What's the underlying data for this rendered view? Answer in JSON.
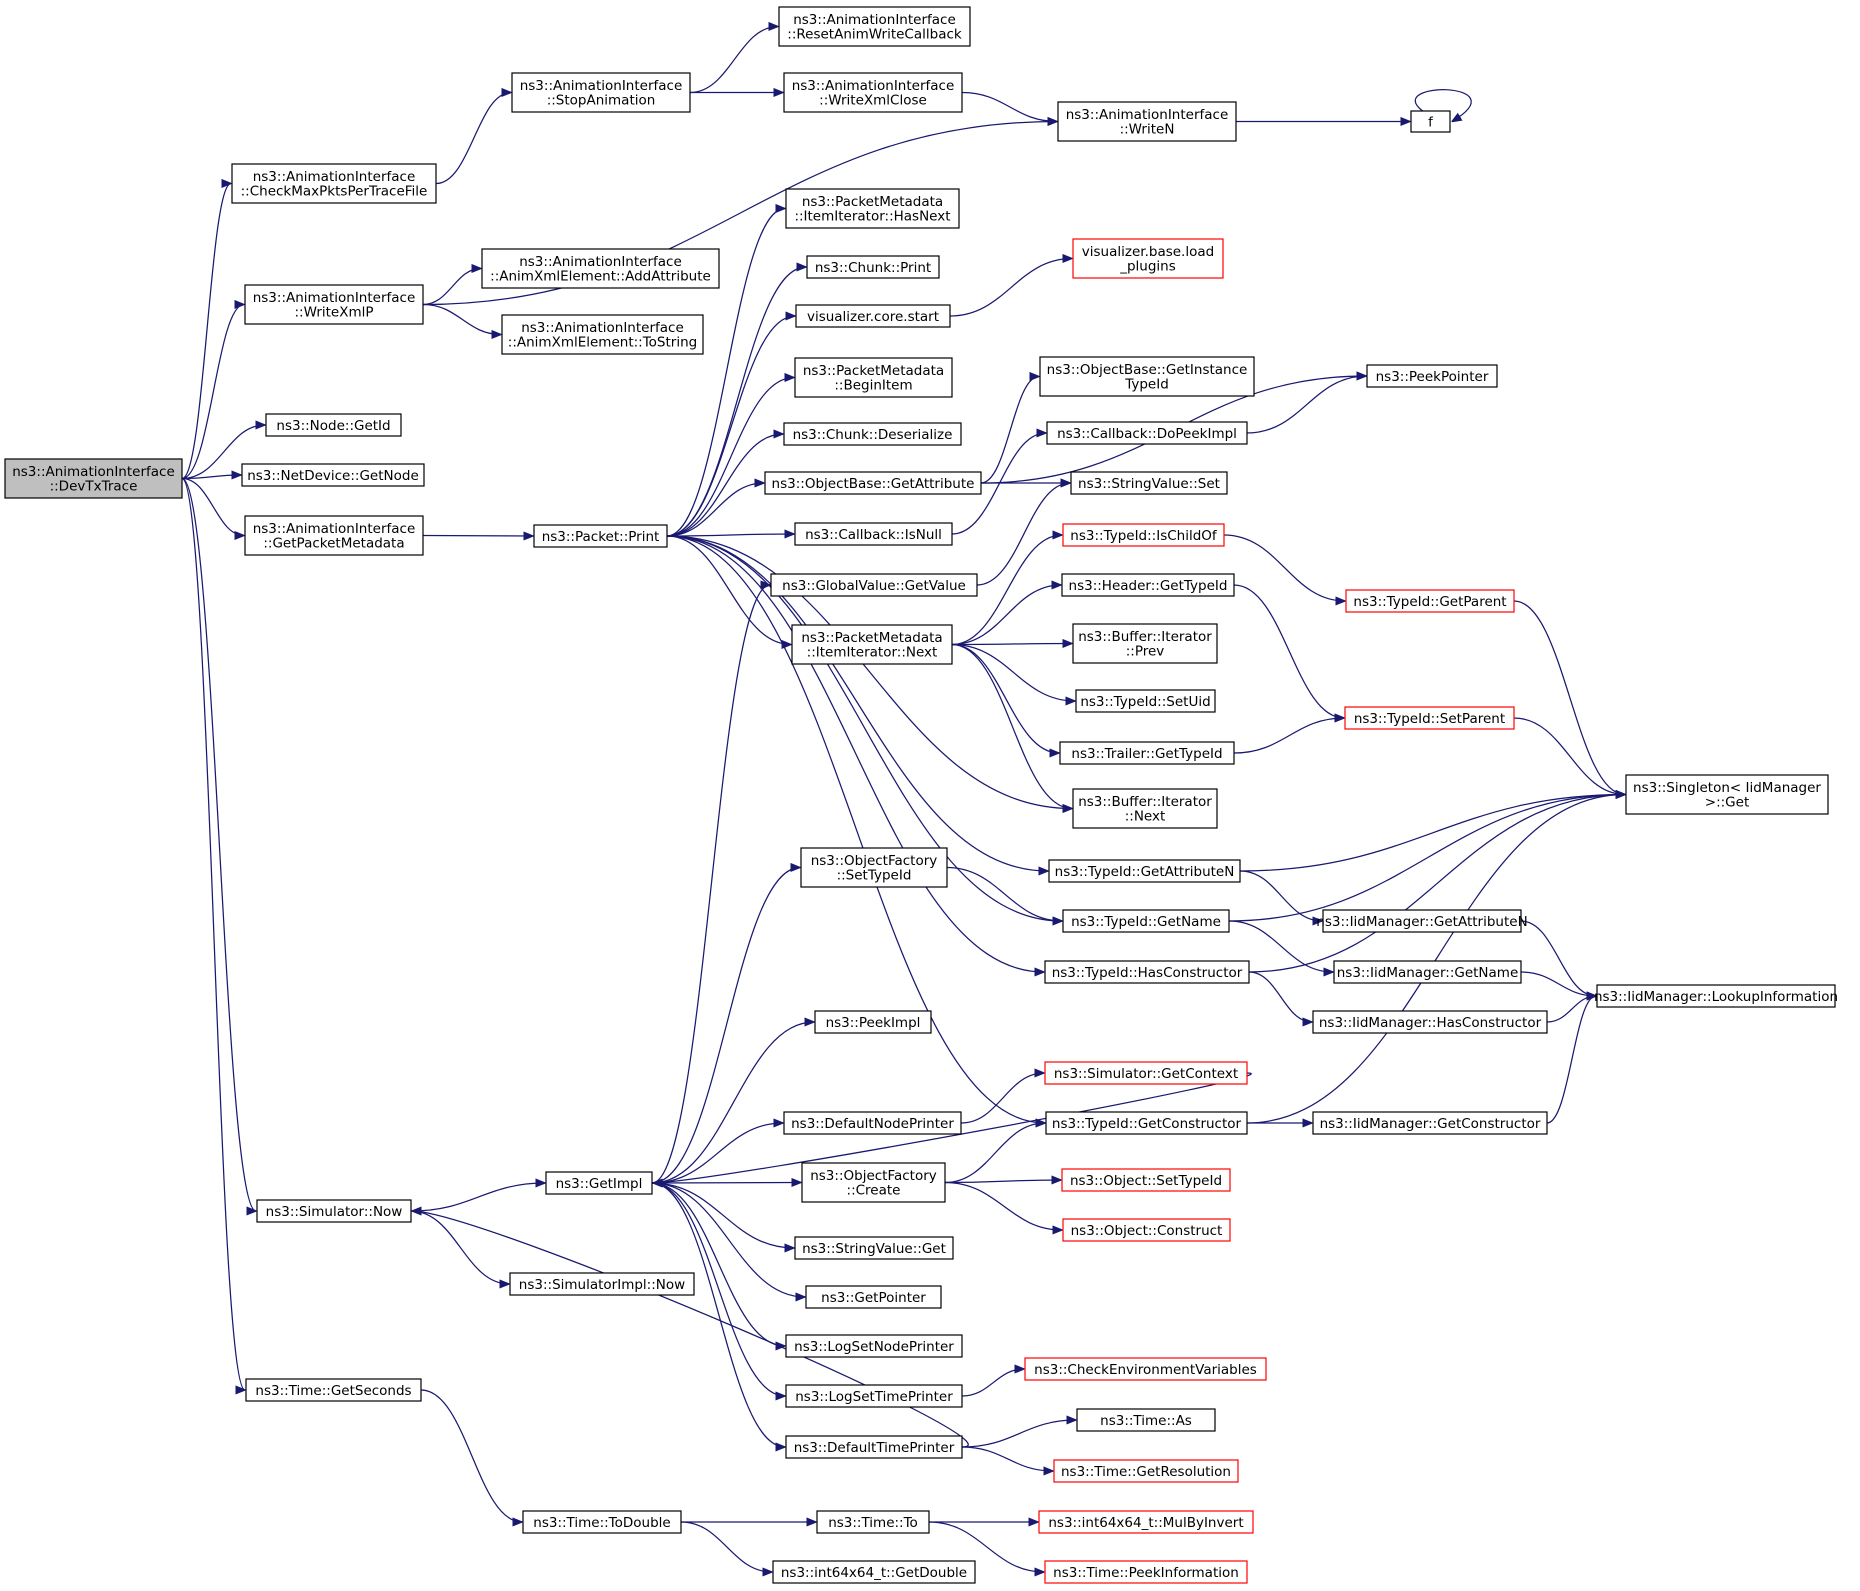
{
  "nodes": [
    {
      "id": "devtx",
      "lines": [
        "ns3::AnimationInterface",
        "::DevTxTrace"
      ],
      "style": "root"
    },
    {
      "id": "checkmax",
      "lines": [
        "ns3::AnimationInterface",
        "::CheckMaxPktsPerTraceFile"
      ]
    },
    {
      "id": "stopanim",
      "lines": [
        "ns3::AnimationInterface",
        "::StopAnimation"
      ]
    },
    {
      "id": "resetanim",
      "lines": [
        "ns3::AnimationInterface",
        "::ResetAnimWriteCallback"
      ]
    },
    {
      "id": "writexmlclose",
      "lines": [
        "ns3::AnimationInterface",
        "::WriteXmlClose"
      ]
    },
    {
      "id": "writen",
      "lines": [
        "ns3::AnimationInterface",
        "::WriteN"
      ]
    },
    {
      "id": "f",
      "lines": [
        "f"
      ]
    },
    {
      "id": "writexmlp",
      "lines": [
        "ns3::AnimationInterface",
        "::WriteXmlP"
      ]
    },
    {
      "id": "addattr",
      "lines": [
        "ns3::AnimationInterface",
        "::AnimXmlElement::AddAttribute"
      ]
    },
    {
      "id": "tostring",
      "lines": [
        "ns3::AnimationInterface",
        "::AnimXmlElement::ToString"
      ]
    },
    {
      "id": "nodegetid",
      "lines": [
        "ns3::Node::GetId"
      ]
    },
    {
      "id": "netdevgetnode",
      "lines": [
        "ns3::NetDevice::GetNode"
      ]
    },
    {
      "id": "getpktmeta",
      "lines": [
        "ns3::AnimationInterface",
        "::GetPacketMetadata"
      ]
    },
    {
      "id": "packetprint",
      "lines": [
        "ns3::Packet::Print"
      ]
    },
    {
      "id": "hasnext",
      "lines": [
        "ns3::PacketMetadata",
        "::ItemIterator::HasNext"
      ]
    },
    {
      "id": "chunkprint",
      "lines": [
        "ns3::Chunk::Print"
      ]
    },
    {
      "id": "vizstart",
      "lines": [
        "visualizer.core.start"
      ]
    },
    {
      "id": "vizload",
      "lines": [
        "visualizer.base.load",
        "_plugins"
      ],
      "style": "red"
    },
    {
      "id": "beginitem",
      "lines": [
        "ns3::PacketMetadata",
        "::BeginItem"
      ]
    },
    {
      "id": "chunkdeser",
      "lines": [
        "ns3::Chunk::Deserialize"
      ]
    },
    {
      "id": "objbasegetattr",
      "lines": [
        "ns3::ObjectBase::GetAttribute"
      ]
    },
    {
      "id": "getinsttypeid",
      "lines": [
        "ns3::ObjectBase::GetInstance",
        "TypeId"
      ]
    },
    {
      "id": "peekpointer",
      "lines": [
        "ns3::PeekPointer"
      ]
    },
    {
      "id": "dopeekimpl",
      "lines": [
        "ns3::Callback::DoPeekImpl"
      ]
    },
    {
      "id": "stringvalset",
      "lines": [
        "ns3::StringValue::Set"
      ]
    },
    {
      "id": "callbackisnull",
      "lines": [
        "ns3::Callback::IsNull"
      ]
    },
    {
      "id": "globalgetvalue",
      "lines": [
        "ns3::GlobalValue::GetValue"
      ]
    },
    {
      "id": "ischildof",
      "lines": [
        "ns3::TypeId::IsChildOf"
      ],
      "style": "red"
    },
    {
      "id": "getparent",
      "lines": [
        "ns3::TypeId::GetParent"
      ],
      "style": "red"
    },
    {
      "id": "headergettypeid",
      "lines": [
        "ns3::Header::GetTypeId"
      ]
    },
    {
      "id": "itemnext",
      "lines": [
        "ns3::PacketMetadata",
        "::ItemIterator::Next"
      ]
    },
    {
      "id": "bufprev",
      "lines": [
        "ns3::Buffer::Iterator",
        "::Prev"
      ]
    },
    {
      "id": "setuid",
      "lines": [
        "ns3::TypeId::SetUid"
      ]
    },
    {
      "id": "setparent",
      "lines": [
        "ns3::TypeId::SetParent"
      ],
      "style": "red"
    },
    {
      "id": "trailergettypeid",
      "lines": [
        "ns3::Trailer::GetTypeId"
      ]
    },
    {
      "id": "bufnext",
      "lines": [
        "ns3::Buffer::Iterator",
        "::Next"
      ]
    },
    {
      "id": "singletonget",
      "lines": [
        "ns3::Singleton< IidManager",
        " >::Get"
      ]
    },
    {
      "id": "getattributen",
      "lines": [
        "ns3::TypeId::GetAttributeN"
      ]
    },
    {
      "id": "objfactsettypeid",
      "lines": [
        "ns3::ObjectFactory",
        "::SetTypeId"
      ]
    },
    {
      "id": "typeidgetname",
      "lines": [
        "ns3::TypeId::GetName"
      ]
    },
    {
      "id": "iidgetattrn",
      "lines": [
        "ns3::IidManager::GetAttributeN"
      ]
    },
    {
      "id": "hasconstructor",
      "lines": [
        "ns3::TypeId::HasConstructor"
      ]
    },
    {
      "id": "iidgetname",
      "lines": [
        "ns3::IidManager::GetName"
      ]
    },
    {
      "id": "lookupinfo",
      "lines": [
        "ns3::IidManager::LookupInformation"
      ]
    },
    {
      "id": "iidhasctor",
      "lines": [
        "ns3::IidManager::HasConstructor"
      ]
    },
    {
      "id": "peekimpl",
      "lines": [
        "ns3::PeekImpl"
      ]
    },
    {
      "id": "simgetcontext",
      "lines": [
        "ns3::Simulator::GetContext"
      ],
      "style": "red"
    },
    {
      "id": "defnodeprinter",
      "lines": [
        "ns3::DefaultNodePrinter"
      ]
    },
    {
      "id": "typeidgetctor",
      "lines": [
        "ns3::TypeId::GetConstructor"
      ]
    },
    {
      "id": "iidgetctor",
      "lines": [
        "ns3::IidManager::GetConstructor"
      ]
    },
    {
      "id": "getimpl",
      "lines": [
        "ns3::GetImpl"
      ]
    },
    {
      "id": "objfactcreate",
      "lines": [
        "ns3::ObjectFactory",
        "::Create"
      ]
    },
    {
      "id": "objsettypeid",
      "lines": [
        "ns3::Object::SetTypeId"
      ],
      "style": "red"
    },
    {
      "id": "objconstruct",
      "lines": [
        "ns3::Object::Construct"
      ],
      "style": "red"
    },
    {
      "id": "simnow",
      "lines": [
        "ns3::Simulator::Now"
      ]
    },
    {
      "id": "stringvalget",
      "lines": [
        "ns3::StringValue::Get"
      ]
    },
    {
      "id": "simimplnow",
      "lines": [
        "ns3::SimulatorImpl::Now"
      ]
    },
    {
      "id": "getpointer",
      "lines": [
        "ns3::GetPointer"
      ]
    },
    {
      "id": "logsetnodeprinter",
      "lines": [
        "ns3::LogSetNodePrinter"
      ]
    },
    {
      "id": "checkenv",
      "lines": [
        "ns3::CheckEnvironmentVariables"
      ],
      "style": "red"
    },
    {
      "id": "logsettimeprinter",
      "lines": [
        "ns3::LogSetTimePrinter"
      ]
    },
    {
      "id": "timeas",
      "lines": [
        "ns3::Time::As"
      ]
    },
    {
      "id": "timegetseconds",
      "lines": [
        "ns3::Time::GetSeconds"
      ]
    },
    {
      "id": "deftimeprinter",
      "lines": [
        "ns3::DefaultTimePrinter"
      ]
    },
    {
      "id": "getresolution",
      "lines": [
        "ns3::Time::GetResolution"
      ],
      "style": "red"
    },
    {
      "id": "timetodouble",
      "lines": [
        "ns3::Time::ToDouble"
      ]
    },
    {
      "id": "timeto",
      "lines": [
        "ns3::Time::To"
      ]
    },
    {
      "id": "mulbyinvert",
      "lines": [
        "ns3::int64x64_t::MulByInvert"
      ],
      "style": "red"
    },
    {
      "id": "getdouble",
      "lines": [
        "ns3::int64x64_t::GetDouble"
      ]
    },
    {
      "id": "peekinfo",
      "lines": [
        "ns3::Time::PeekInformation"
      ],
      "style": "red"
    }
  ],
  "edges": [
    [
      "devtx",
      "checkmax"
    ],
    [
      "devtx",
      "writexmlp"
    ],
    [
      "devtx",
      "nodegetid"
    ],
    [
      "devtx",
      "netdevgetnode"
    ],
    [
      "devtx",
      "getpktmeta"
    ],
    [
      "devtx",
      "simnow"
    ],
    [
      "devtx",
      "timegetseconds"
    ],
    [
      "checkmax",
      "stopanim"
    ],
    [
      "stopanim",
      "resetanim"
    ],
    [
      "stopanim",
      "writexmlclose"
    ],
    [
      "writexmlclose",
      "writen"
    ],
    [
      "writen",
      "f"
    ],
    [
      "f",
      "f"
    ],
    [
      "writexmlp",
      "writen"
    ],
    [
      "writexmlp",
      "addattr"
    ],
    [
      "writexmlp",
      "tostring"
    ],
    [
      "getpktmeta",
      "packetprint"
    ],
    [
      "packetprint",
      "hasnext"
    ],
    [
      "packetprint",
      "chunkprint"
    ],
    [
      "packetprint",
      "vizstart"
    ],
    [
      "packetprint",
      "beginitem"
    ],
    [
      "packetprint",
      "chunkdeser"
    ],
    [
      "packetprint",
      "objbasegetattr"
    ],
    [
      "packetprint",
      "callbackisnull"
    ],
    [
      "packetprint",
      "itemnext"
    ],
    [
      "packetprint",
      "bufnext"
    ],
    [
      "packetprint",
      "getattributen"
    ],
    [
      "packetprint",
      "typeidgetname"
    ],
    [
      "packetprint",
      "hasconstructor"
    ],
    [
      "packetprint",
      "typeidgetctor"
    ],
    [
      "vizstart",
      "vizload"
    ],
    [
      "objbasegetattr",
      "getinsttypeid"
    ],
    [
      "objbasegetattr",
      "peekpointer"
    ],
    [
      "objbasegetattr",
      "stringvalset"
    ],
    [
      "dopeekimpl",
      "peekpointer"
    ],
    [
      "callbackisnull",
      "dopeekimpl"
    ],
    [
      "globalgetvalue",
      "stringvalset"
    ],
    [
      "itemnext",
      "ischildof"
    ],
    [
      "itemnext",
      "headergettypeid"
    ],
    [
      "itemnext",
      "bufprev"
    ],
    [
      "itemnext",
      "setuid"
    ],
    [
      "itemnext",
      "trailergettypeid"
    ],
    [
      "itemnext",
      "bufnext"
    ],
    [
      "ischildof",
      "getparent"
    ],
    [
      "getparent",
      "singletonget"
    ],
    [
      "headergettypeid",
      "setparent"
    ],
    [
      "trailergettypeid",
      "setparent"
    ],
    [
      "setparent",
      "singletonget"
    ],
    [
      "getattributen",
      "singletonget"
    ],
    [
      "getattributen",
      "iidgetattrn"
    ],
    [
      "typeidgetname",
      "singletonget"
    ],
    [
      "typeidgetname",
      "iidgetname"
    ],
    [
      "hasconstructor",
      "singletonget"
    ],
    [
      "hasconstructor",
      "iidhasctor"
    ],
    [
      "iidgetattrn",
      "lookupinfo"
    ],
    [
      "iidgetname",
      "lookupinfo"
    ],
    [
      "iidhasctor",
      "lookupinfo"
    ],
    [
      "objfactsettypeid",
      "typeidgetname"
    ],
    [
      "typeidgetctor",
      "singletonget"
    ],
    [
      "typeidgetctor",
      "iidgetctor"
    ],
    [
      "iidgetctor",
      "lookupinfo"
    ],
    [
      "getimpl",
      "globalgetvalue"
    ],
    [
      "getimpl",
      "objfactsettypeid"
    ],
    [
      "getimpl",
      "peekimpl"
    ],
    [
      "getimpl",
      "defnodeprinter"
    ],
    [
      "getimpl",
      "objfactcreate"
    ],
    [
      "getimpl",
      "stringvalget"
    ],
    [
      "getimpl",
      "getpointer"
    ],
    [
      "getimpl",
      "logsetnodeprinter"
    ],
    [
      "getimpl",
      "logsettimeprinter"
    ],
    [
      "getimpl",
      "deftimeprinter"
    ],
    [
      "simgetcontext",
      "getimpl"
    ],
    [
      "defnodeprinter",
      "simgetcontext"
    ],
    [
      "objfactcreate",
      "typeidgetctor"
    ],
    [
      "objfactcreate",
      "objsettypeid"
    ],
    [
      "objfactcreate",
      "objconstruct"
    ],
    [
      "simnow",
      "getimpl"
    ],
    [
      "simnow",
      "simimplnow"
    ],
    [
      "logsettimeprinter",
      "checkenv"
    ],
    [
      "deftimeprinter",
      "simnow"
    ],
    [
      "deftimeprinter",
      "timeas"
    ],
    [
      "deftimeprinter",
      "getresolution"
    ],
    [
      "timegetseconds",
      "timetodouble"
    ],
    [
      "timetodouble",
      "timeto"
    ],
    [
      "timetodouble",
      "getdouble"
    ],
    [
      "timeto",
      "mulbyinvert"
    ],
    [
      "timeto",
      "peekinfo"
    ]
  ]
}
